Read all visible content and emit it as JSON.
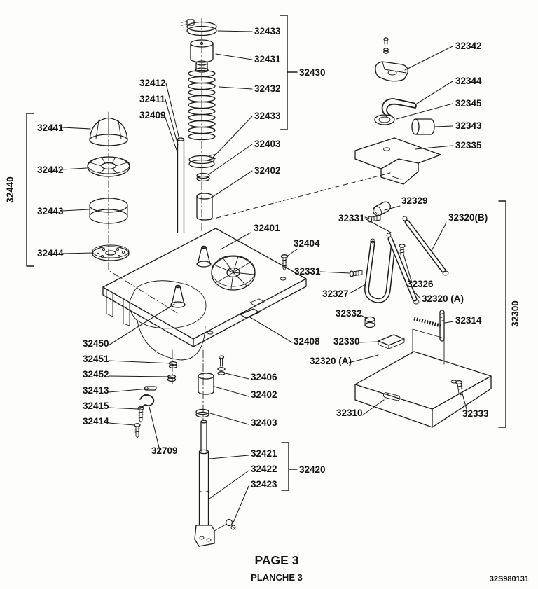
{
  "page": {
    "title": "PAGE 3",
    "subtitle": "PLANCHE 3",
    "doc_code": "32S980131"
  },
  "diagram": {
    "type": "exploded-parts-diagram",
    "group_labels": [
      {
        "id": "32430",
        "text": "32430"
      },
      {
        "id": "32440",
        "text": "32440"
      },
      {
        "id": "32420",
        "text": "32420"
      },
      {
        "id": "32300",
        "text": "32300"
      }
    ],
    "part_labels": [
      {
        "id": "32433-a",
        "text": "32433"
      },
      {
        "id": "32431",
        "text": "32431"
      },
      {
        "id": "32432",
        "text": "32432"
      },
      {
        "id": "32412",
        "text": "32412"
      },
      {
        "id": "32411",
        "text": "32411"
      },
      {
        "id": "32409",
        "text": "32409"
      },
      {
        "id": "32433-b",
        "text": "32433"
      },
      {
        "id": "32403-a",
        "text": "32403"
      },
      {
        "id": "32402-a",
        "text": "32402"
      },
      {
        "id": "32441",
        "text": "32441"
      },
      {
        "id": "32442",
        "text": "32442"
      },
      {
        "id": "32443",
        "text": "32443"
      },
      {
        "id": "32444",
        "text": "32444"
      },
      {
        "id": "32342",
        "text": "32342"
      },
      {
        "id": "32344",
        "text": "32344"
      },
      {
        "id": "32345",
        "text": "32345"
      },
      {
        "id": "32343",
        "text": "32343"
      },
      {
        "id": "32335",
        "text": "32335"
      },
      {
        "id": "32329",
        "text": "32329"
      },
      {
        "id": "32331-a",
        "text": "32331"
      },
      {
        "id": "32320B",
        "text": "32320(B)"
      },
      {
        "id": "32401",
        "text": "32401"
      },
      {
        "id": "32404",
        "text": "32404"
      },
      {
        "id": "32331-b",
        "text": "32331"
      },
      {
        "id": "32326",
        "text": "32326"
      },
      {
        "id": "32327",
        "text": "32327"
      },
      {
        "id": "32320A-a",
        "text": "32320 (A)"
      },
      {
        "id": "32332",
        "text": "32332"
      },
      {
        "id": "32314",
        "text": "32314"
      },
      {
        "id": "32330",
        "text": "32330"
      },
      {
        "id": "32320A-b",
        "text": "32320 (A)"
      },
      {
        "id": "32408",
        "text": "32408"
      },
      {
        "id": "32450",
        "text": "32450"
      },
      {
        "id": "32451",
        "text": "32451"
      },
      {
        "id": "32452",
        "text": "32452"
      },
      {
        "id": "32413",
        "text": "32413"
      },
      {
        "id": "32415",
        "text": "32415"
      },
      {
        "id": "32414",
        "text": "32414"
      },
      {
        "id": "32709",
        "text": "32709"
      },
      {
        "id": "32406",
        "text": "32406"
      },
      {
        "id": "32402-b",
        "text": "32402"
      },
      {
        "id": "32403-b",
        "text": "32403"
      },
      {
        "id": "32421",
        "text": "32421"
      },
      {
        "id": "32422",
        "text": "32422"
      },
      {
        "id": "32423",
        "text": "32423"
      },
      {
        "id": "32310",
        "text": "32310"
      },
      {
        "id": "32333",
        "text": "32333"
      }
    ]
  }
}
